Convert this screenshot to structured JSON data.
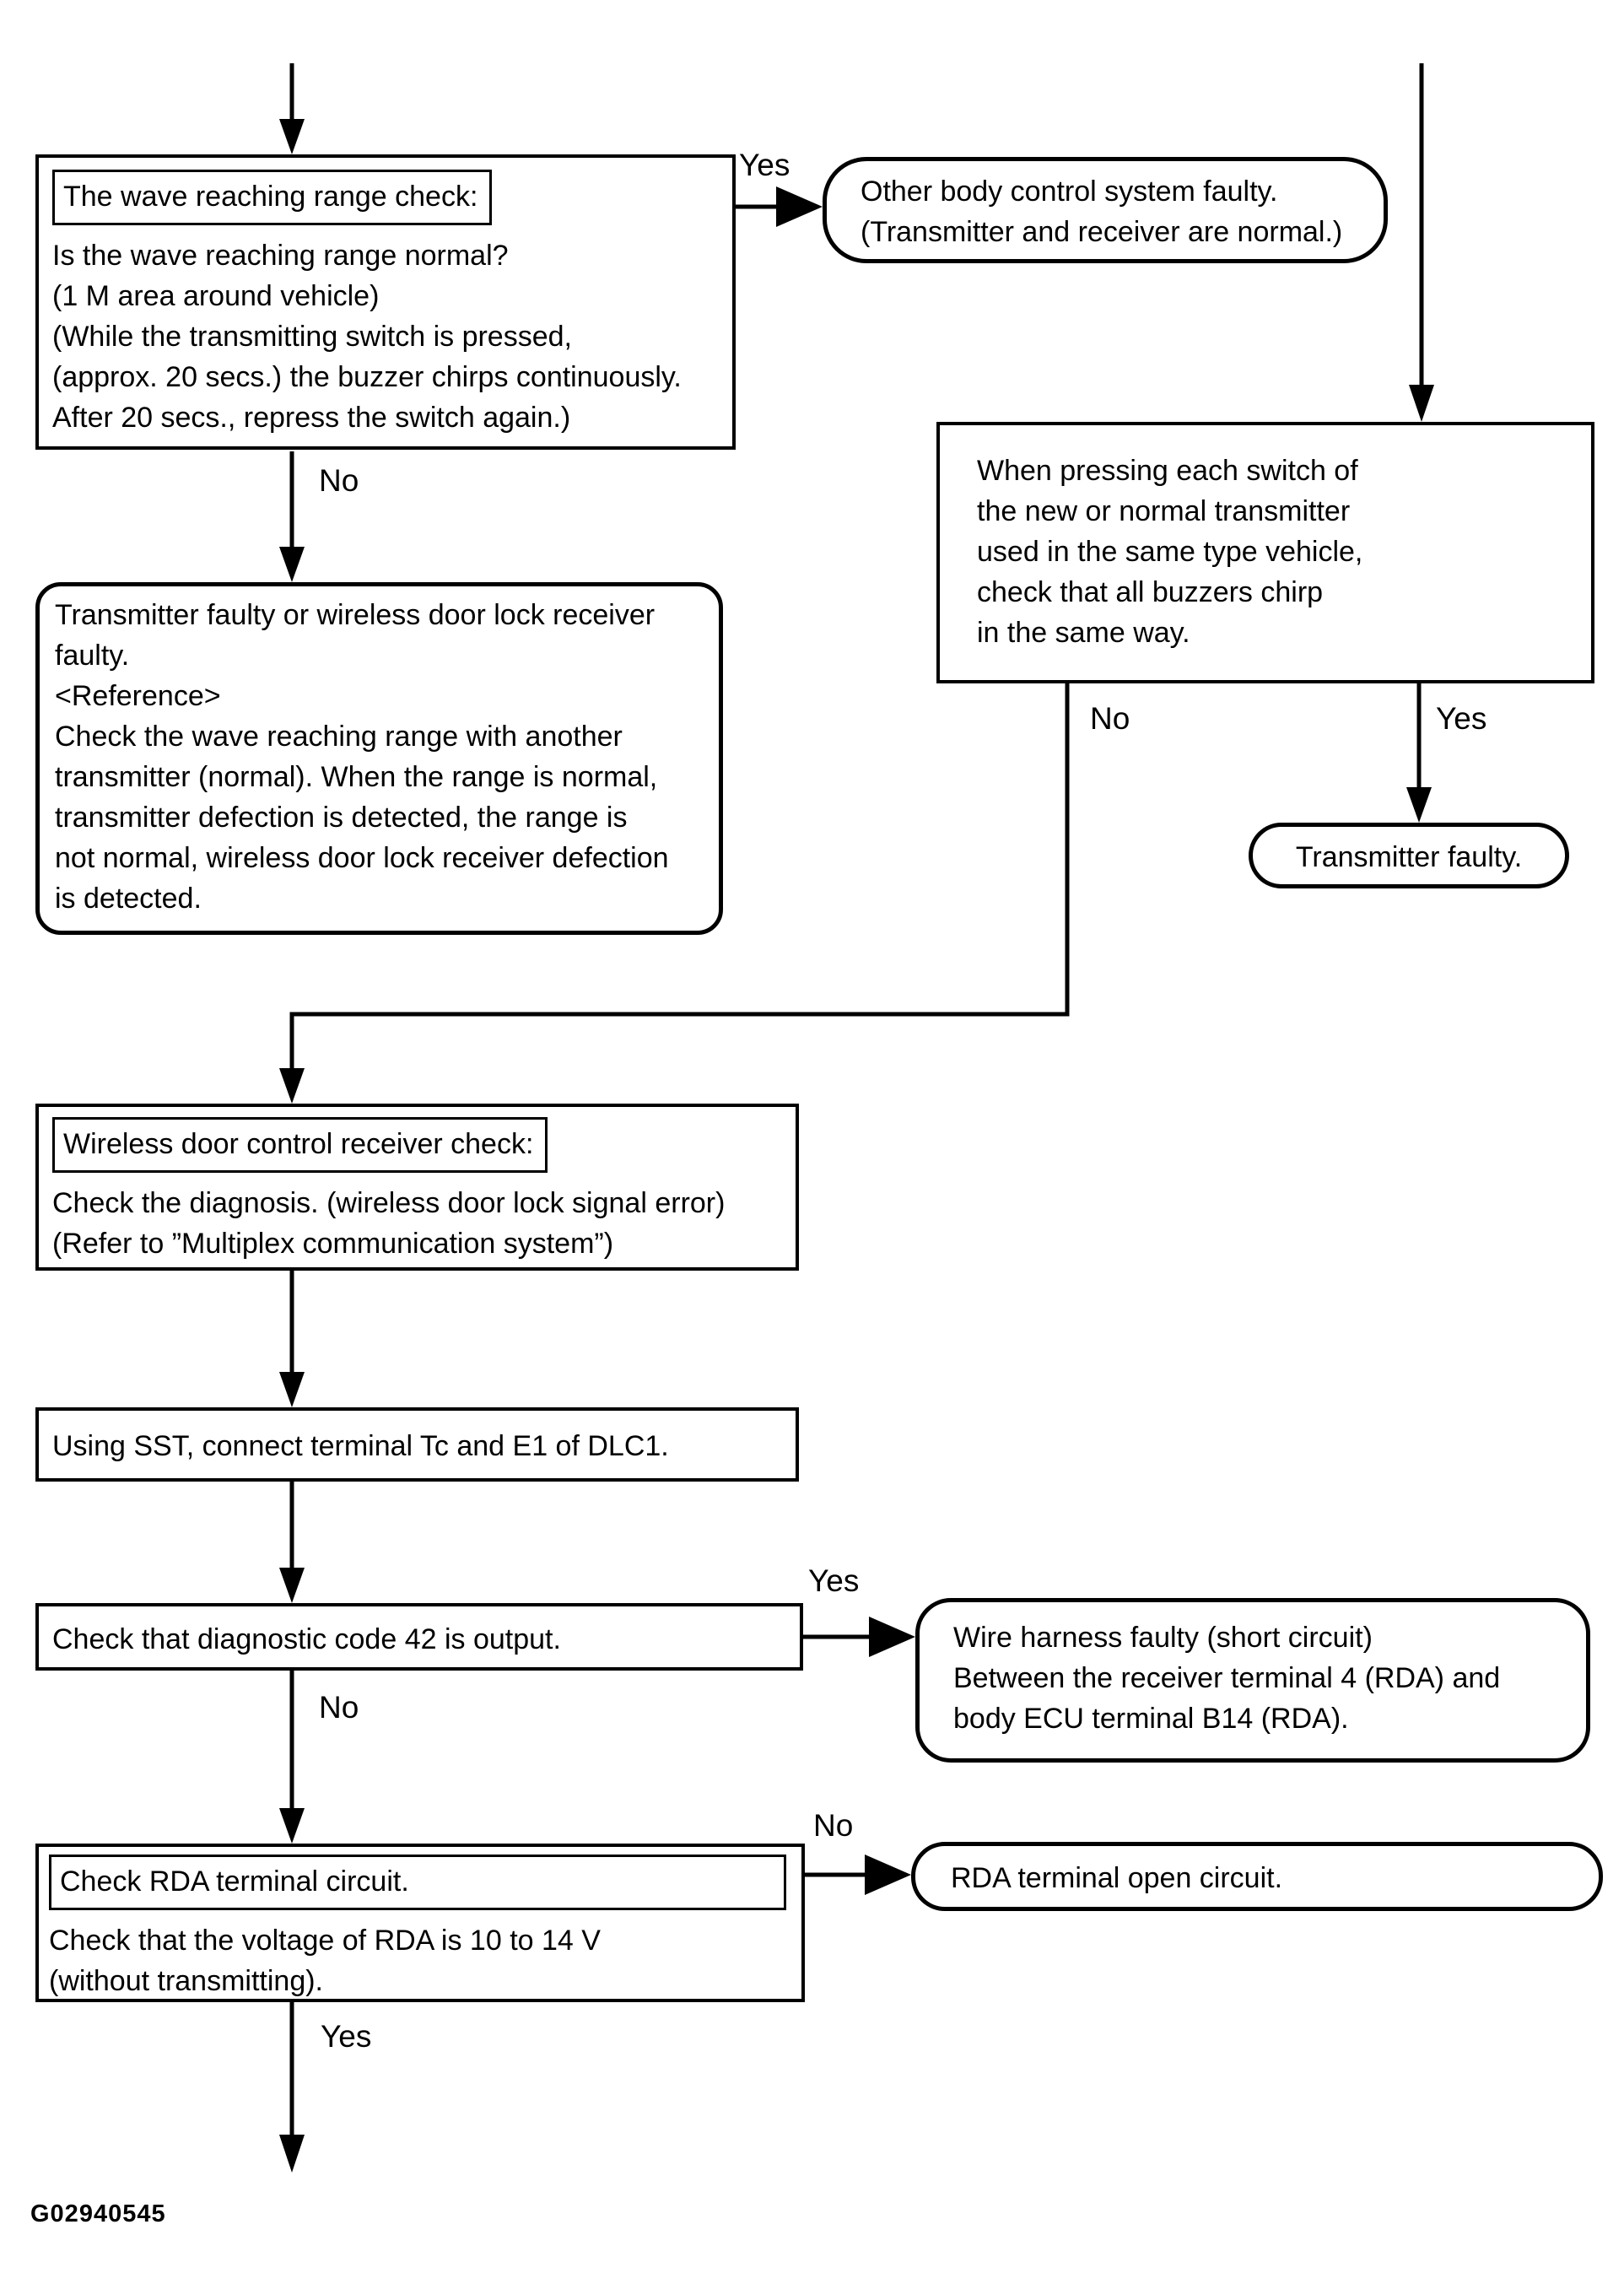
{
  "page": {
    "figure_id": "G02940545"
  },
  "colors": {
    "ink": "#000000",
    "background": "#ffffff"
  },
  "nodes": {
    "wave_range_check": {
      "title": "The wave reaching range check:",
      "body": "Is the wave reaching range normal?\n(1 M area around vehicle)\n(While the transmitting switch is pressed,\n(approx. 20 secs.) the buzzer chirps continuously.\nAfter 20 secs., repress the switch again.)"
    },
    "other_body_control": {
      "body": "Other body control system faulty.\n(Transmitter and receiver are normal.)"
    },
    "press_each_switch": {
      "body": "When pressing each switch of\nthe new or normal transmitter\nused in the same type vehicle,\ncheck that all buzzers chirp\nin the same way."
    },
    "transmitter_faulty": {
      "body": "Transmitter faulty."
    },
    "transmitter_or_receiver_faulty": {
      "body": "Transmitter faulty or wireless door lock receiver\nfaulty.\n<Reference>\nCheck the wave reaching range with another\ntransmitter (normal). When the range is normal,\ntransmitter defection is detected, the range is\nnot normal, wireless door lock receiver defection\nis detected."
    },
    "receiver_check": {
      "title": "Wireless door control receiver check:",
      "body": "Check the diagnosis. (wireless door lock signal error)\n(Refer to ”Multiplex communication system”)"
    },
    "connect_sst": {
      "body": "Using SST, connect terminal Tc and E1 of DLC1."
    },
    "code42_check": {
      "body": "Check that diagnostic code 42 is output."
    },
    "wire_harness_faulty": {
      "body": "Wire harness faulty (short circuit)\nBetween the receiver terminal 4 (RDA) and\nbody ECU terminal B14 (RDA)."
    },
    "rda_check": {
      "title": "Check RDA terminal circuit.",
      "body": "Check that the voltage of RDA is 10 to 14 V\n(without transmitting)."
    },
    "rda_open": {
      "body": "RDA terminal open circuit."
    }
  },
  "edges": {
    "wave_yes": "Yes",
    "wave_no": "No",
    "switch_no": "No",
    "switch_yes": "Yes",
    "code42_yes": "Yes",
    "code42_no": "No",
    "rda_no": "No",
    "rda_yes": "Yes"
  }
}
